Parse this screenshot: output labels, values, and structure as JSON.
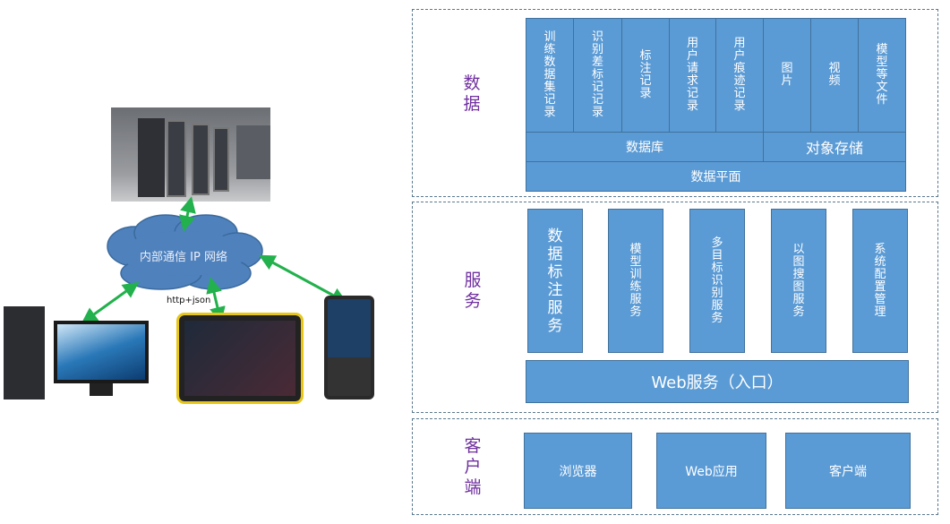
{
  "network": {
    "cloud_label": "内部通信 IP 网络",
    "protocol_label": "http+json"
  },
  "data_layer": {
    "label": "数据",
    "items": [
      "训练数据集记录",
      "识别差标记记录",
      "标注记录",
      "用户请求记录",
      "用户痕迹记录",
      "图片",
      "视频",
      "模型等文件"
    ],
    "database": "数据库",
    "object_storage": "对象存储",
    "plane": "数据平面"
  },
  "service_layer": {
    "label": "服务",
    "items": [
      "数据标注服务",
      "模型训练服务",
      "多目标识别服务",
      "以图搜图服务",
      "系统配置管理"
    ],
    "web": "Web服务（入口）"
  },
  "client_layer": {
    "label": "客户端",
    "items": [
      "浏览器",
      "Web应用",
      "客户端"
    ]
  },
  "colors": {
    "box": "#5b9bd5",
    "border": "#41719c",
    "label": "#7030a0",
    "arrow": "#22b14c"
  }
}
